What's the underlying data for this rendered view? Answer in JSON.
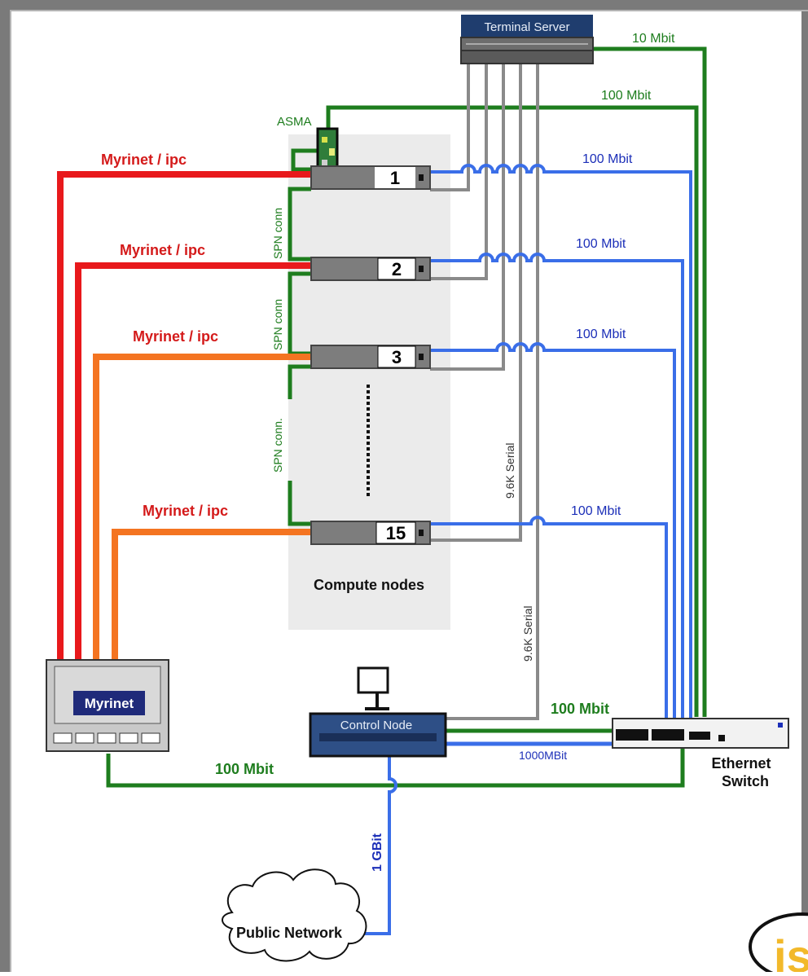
{
  "colors": {
    "green": "#1e7d1e",
    "red": "#e8191c",
    "orange": "#f47421",
    "blue": "#3a6ee8",
    "gray": "#8a8a8a",
    "labelBlue": "#1c2fb8",
    "labelGreen": "#1e7d1e",
    "labelRed": "#d41a1a",
    "computeBg": "#ebebeb",
    "myrinetBadge": "#1f2a7a",
    "logoYellow": "#f2b92b"
  },
  "labels": {
    "terminal_server": "Terminal Server",
    "ts_link": "10 Mbit",
    "asma_link": "100 Mbit",
    "asma": "ASMA",
    "myrinet_ipc": "Myrinet / ipc",
    "node_link": "100 Mbit",
    "spn_conn": "SPN conn",
    "spn_conn_dot": "SPN conn.",
    "serial": "9.6K Serial",
    "compute_nodes": "Compute nodes",
    "myrinet": "Myrinet",
    "control_node": "Control Node",
    "control_link": "100 Mbit",
    "control_gbit": "1000MBit",
    "myrinet_link": "100 Mbit",
    "ethernet_switch_1": "Ethernet",
    "ethernet_switch_2": "Switch",
    "gbit": "1 GBit",
    "public_network": "Public Network",
    "logo_text": "is"
  },
  "nodes": [
    {
      "id": "1"
    },
    {
      "id": "2"
    },
    {
      "id": "3"
    },
    {
      "id": "15"
    }
  ],
  "icons": {
    "monitor": "monitor-icon",
    "cloud": "cloud-icon",
    "asma_board": "circuit-board-icon",
    "logo": "logo-icon"
  }
}
